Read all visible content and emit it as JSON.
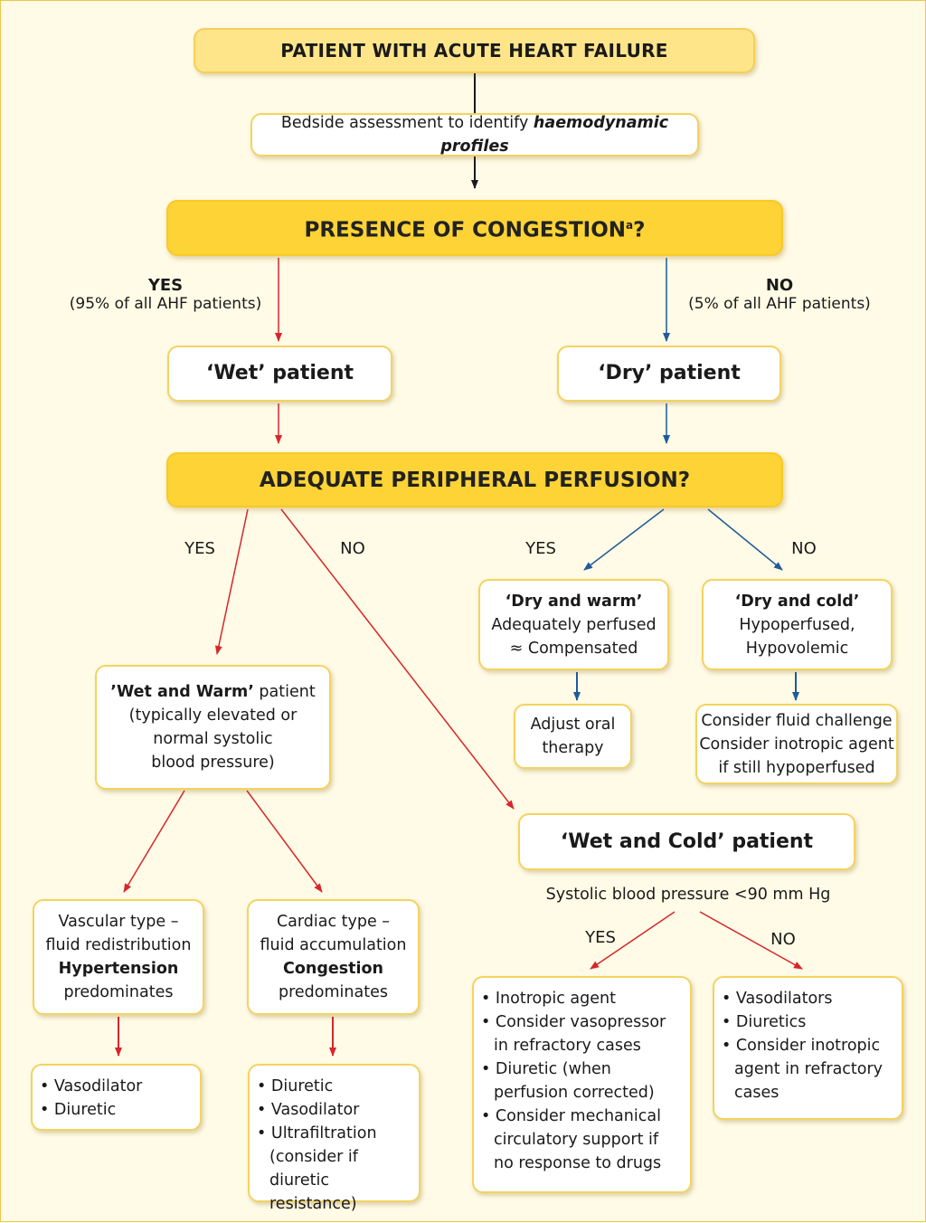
{
  "title": "PATIENT WITH ACUTE HEART FAILURE",
  "assessment": {
    "prefix": "Bedside assessment to identify ",
    "emph": "haemodynamic profiles"
  },
  "congestion_q": {
    "text": "PRESENCE OF CONGESTION",
    "sup": "a",
    "suffix": "?"
  },
  "branch_yes": {
    "label": "YES",
    "sub": "(95% of all AHF patients)"
  },
  "branch_no": {
    "label": "NO",
    "sub": "(5% of all AHF patients)"
  },
  "wet_patient": "‘Wet’ patient",
  "dry_patient": "‘Dry’ patient",
  "perfusion_q": "ADEQUATE PERIPHERAL PERFUSION?",
  "edge_labels": {
    "wet_yes": "YES",
    "wet_no": "NO",
    "dry_yes": "YES",
    "dry_no": "NO",
    "sbp_yes": "YES",
    "sbp_no": "NO"
  },
  "dry_warm": {
    "title": "‘Dry and warm’",
    "line1": "Adequately perfused",
    "line2": "≈ Compensated"
  },
  "dry_cold": {
    "title": "‘Dry and cold’",
    "line1": "Hypoperfused,",
    "line2": "Hypovolemic"
  },
  "adjust_oral": {
    "line1": "Adjust oral",
    "line2": "therapy"
  },
  "fluid_challenge": {
    "line1": "Consider fluid challenge",
    "line2": "Consider inotropic agent",
    "line3": "if still hypoperfused"
  },
  "wet_warm": {
    "title": "’Wet and Warm’",
    "title_suffix": " patient",
    "line1": "(typically elevated or",
    "line2": "normal systolic",
    "line3": "blood pressure)"
  },
  "wet_cold": "‘Wet and Cold’ patient",
  "sbp_label": "Systolic blood pressure <90 mm Hg",
  "vascular": {
    "line1": "Vascular type –",
    "line2": "fluid redistribution",
    "line3": "Hypertension",
    "line4": "predominates"
  },
  "cardiac": {
    "line1": "Cardiac type –",
    "line2": "fluid accumulation",
    "line3": "Congestion",
    "line4": "predominates"
  },
  "vascular_tx": [
    "Vasodilator",
    "Diuretic"
  ],
  "cardiac_tx": [
    "Diuretic",
    "Vasodilator",
    "Ultrafiltration (consider if diuretic resistance)"
  ],
  "cold_yes_tx": [
    "Inotropic agent",
    "Consider vasopressor in refractory cases",
    "Diuretic (when perfusion corrected)",
    "Consider mechanical circulatory support if no response to drugs"
  ],
  "cold_no_tx": [
    "Vasodilators",
    "Diuretics",
    "Consider inotropic agent in refractory cases"
  ],
  "colors": {
    "red_arrow": "#d7262b",
    "blue_arrow": "#1f5a9a",
    "black_arrow": "#1a1a1a",
    "yellow_box": "#fdd336",
    "border": "#f4d360",
    "background": "#fffbe6"
  }
}
